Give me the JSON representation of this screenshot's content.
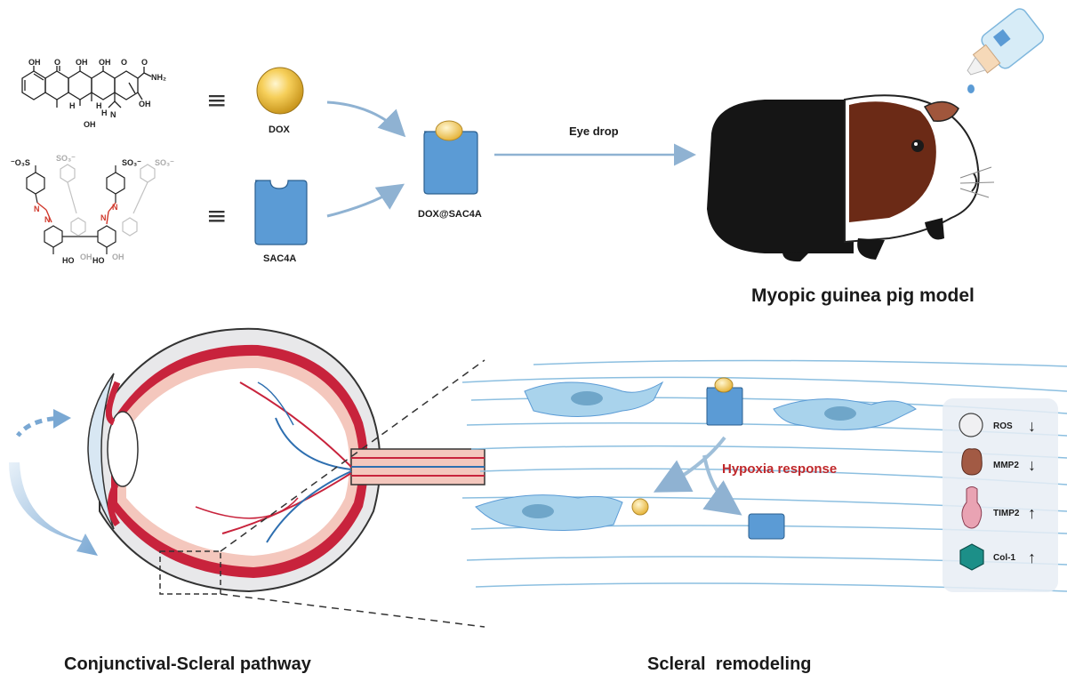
{
  "molecules": {
    "dox_chem": {
      "atoms": [
        "OH",
        "O",
        "OH",
        "OH",
        "O",
        "O",
        "NH₂",
        "OH",
        "H",
        "H",
        "OH",
        "H",
        "N"
      ],
      "equiv": "≡"
    },
    "sac4a_chem": {
      "atoms": [
        "⁻O₃S",
        "SO₃⁻",
        "SO₃⁻",
        "SO₃⁻",
        "N",
        "N",
        "N",
        "N",
        "HO",
        "OH",
        "HO",
        "OH"
      ],
      "equiv": "≡"
    }
  },
  "labels": {
    "dox": "DOX",
    "sac4a": "SAC4A",
    "complex": "DOX@SAC4A",
    "eye_drop": "Eye drop",
    "model": "Myopic guinea pig model",
    "hypoxia": "Hypoxia response",
    "pathway": "Conjunctival-Scleral pathway",
    "remodeling": "Scleral  remodeling"
  },
  "legend": [
    {
      "name": "ROS",
      "arrow": "↓",
      "color": "#f0f0f2",
      "icon": "circle-icon"
    },
    {
      "name": "MMP2",
      "arrow": "↓",
      "color": "#a25a44",
      "icon": "bean-icon"
    },
    {
      "name": "TIMP2",
      "arrow": "↑",
      "color": "#e9a3b3",
      "icon": "gourd-icon"
    },
    {
      "name": "Col-1",
      "arrow": "↑",
      "color": "#1c8f88",
      "icon": "hexagon-icon"
    }
  ],
  "colors": {
    "carrier": "#5b9bd5",
    "drug": "#f2c94c",
    "arrow": "#7fa9cf",
    "hypoxia_text": "#c0282b",
    "azo": "#d0382b",
    "retina": "#c8233c",
    "sclera": "#f4c7bd"
  }
}
